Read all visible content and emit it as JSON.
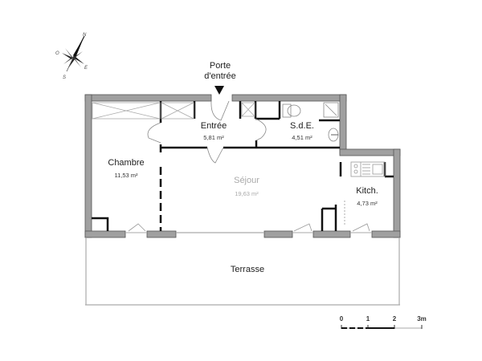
{
  "plan": {
    "entrance": {
      "line1": "Porte",
      "line2": "d'entrée"
    },
    "rooms": [
      {
        "id": "entree",
        "name": "Entrée",
        "area": "5,81 m²"
      },
      {
        "id": "sde",
        "name": "S.d.E.",
        "area": "4,51 m²"
      },
      {
        "id": "chambre",
        "name": "Chambre",
        "area": "11,53 m²"
      },
      {
        "id": "sejour",
        "name": "Séjour",
        "area": "19,63 m²"
      },
      {
        "id": "kitch",
        "name": "Kitch.",
        "area": "4,73 m²"
      },
      {
        "id": "terrasse",
        "name": "Terrasse",
        "area": ""
      }
    ]
  },
  "compass": {
    "n": "N",
    "o": "O",
    "e": "E",
    "s": "S"
  },
  "scale_bar": {
    "ticks": [
      "0",
      "1",
      "2",
      "3m"
    ]
  },
  "colors": {
    "wall": "#999999",
    "wall_stroke": "#555555",
    "partition": "#111111",
    "fixture": "#888888"
  }
}
